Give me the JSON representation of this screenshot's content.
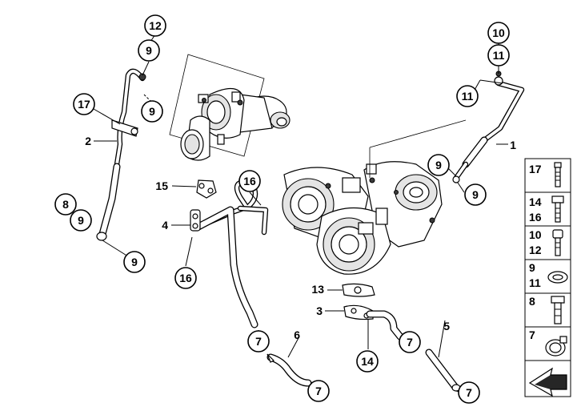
{
  "callouts": {
    "c12": "12",
    "c9_top": "9",
    "c9_box": "9",
    "c17": "17",
    "c8": "8",
    "c9_left": "9",
    "c9_bottom_left": "9",
    "c16_upper": "16",
    "c16_lower": "16",
    "c10": "10",
    "c11_top": "11",
    "c11_mid": "11",
    "c9_right_a": "9",
    "c9_right_b": "9",
    "c7_a": "7",
    "c7_b": "7",
    "c7_c": "7",
    "c7_d": "7",
    "c14": "14"
  },
  "labels": {
    "l2": "2",
    "l15": "15",
    "l4": "4",
    "l13": "13",
    "l3": "3",
    "l6": "6",
    "l5": "5",
    "l1": "1"
  },
  "legend": {
    "row1": [
      "17"
    ],
    "row2": [
      "14",
      "16"
    ],
    "row3": [
      "10",
      "12"
    ],
    "row4": [
      "9",
      "11"
    ],
    "row5": [
      "8"
    ],
    "row6": [
      "7"
    ]
  }
}
